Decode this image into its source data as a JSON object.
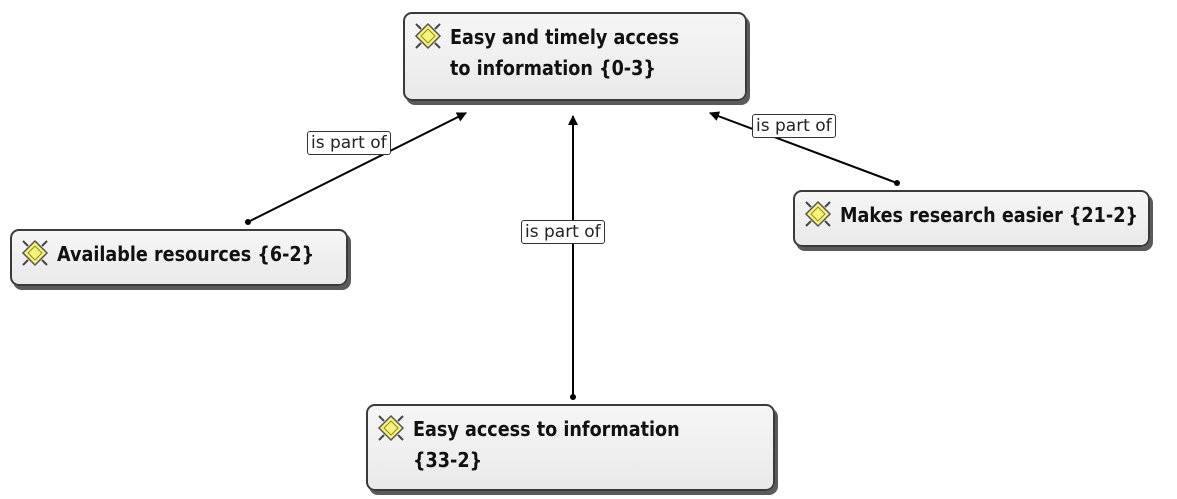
{
  "colors": {
    "node_fill": "#eeeeee",
    "node_border": "#3a3a3a",
    "edge": "#000000",
    "icon_fill": "#f8f47a"
  },
  "icons": {
    "node_icon": "sparkle-quote-icon"
  },
  "nodes": [
    {
      "id": "top",
      "text": "Easy and timely access to information {0-3}"
    },
    {
      "id": "left",
      "text": "Available resources {6-2}"
    },
    {
      "id": "right",
      "text": "Makes research easier {21-2}"
    },
    {
      "id": "bottom",
      "text": "Easy access to information {33-2}"
    }
  ],
  "edges": [
    {
      "from": "left",
      "to": "top",
      "label": "is part of"
    },
    {
      "from": "bottom",
      "to": "top",
      "label": "is part of"
    },
    {
      "from": "right",
      "to": "top",
      "label": "is part of"
    }
  ]
}
